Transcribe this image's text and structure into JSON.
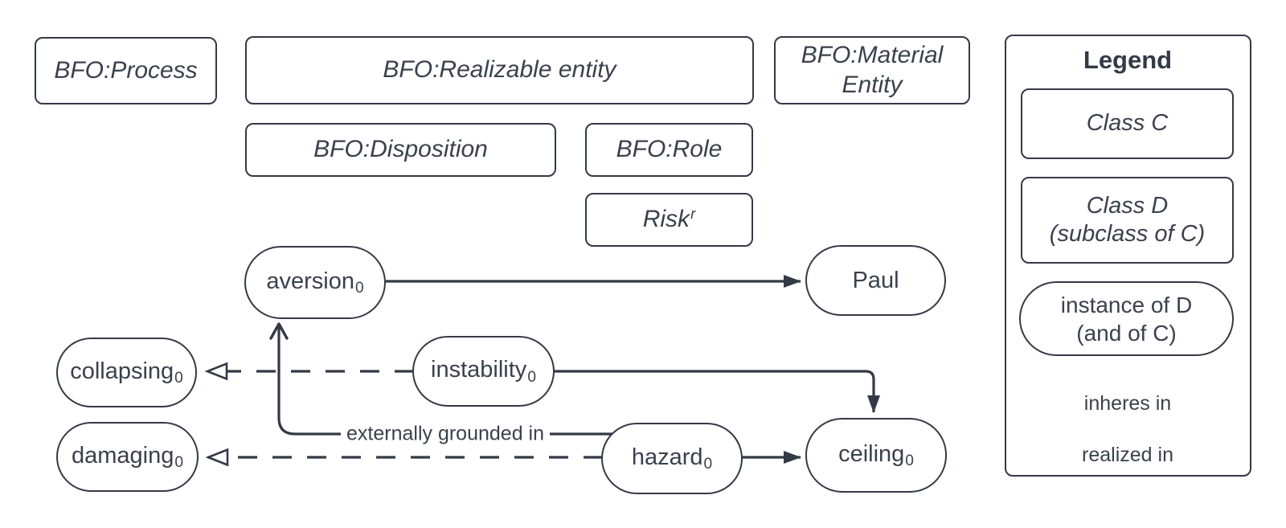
{
  "classes": {
    "process": {
      "label": "BFO:Process"
    },
    "realizable": {
      "label": "BFO:Realizable entity"
    },
    "material": {
      "lines": [
        "BFO:Material",
        "Entity"
      ]
    },
    "disposition": {
      "label": "BFO:Disposition"
    },
    "role": {
      "label": "BFO:Role"
    },
    "risk": {
      "label": "Risk",
      "sup": "r"
    }
  },
  "instances": {
    "aversion": {
      "label": "aversion",
      "sub": "0"
    },
    "paul": {
      "label": "Paul"
    },
    "collapsing": {
      "label": "collapsing",
      "sub": "0"
    },
    "instability": {
      "label": "instability",
      "sub": "0"
    },
    "damaging": {
      "label": "damaging",
      "sub": "0"
    },
    "hazard": {
      "label": "hazard",
      "sub": "0"
    },
    "ceiling": {
      "label": "ceiling",
      "sub": "0"
    }
  },
  "edges": {
    "externally_grounded_label": "externally grounded in",
    "relations": [
      {
        "from": "aversion",
        "to": "paul",
        "type": "inheres in"
      },
      {
        "from": "instability",
        "to": "ceiling",
        "type": "inheres in"
      },
      {
        "from": "hazard",
        "to": "ceiling",
        "type": "inheres in"
      },
      {
        "from": "hazard",
        "to": "aversion",
        "type": "externally grounded in"
      },
      {
        "from": "instability",
        "to": "collapsing",
        "type": "realized in"
      },
      {
        "from": "hazard",
        "to": "damaging",
        "type": "realized in"
      }
    ]
  },
  "legend": {
    "title": "Legend",
    "class_c": "Class C",
    "class_d_lines": [
      "Class D",
      "(subclass of C)"
    ],
    "instance_lines": [
      "instance of D",
      "(and of C)"
    ],
    "inheres_label": "inheres in",
    "realized_label": "realized in"
  },
  "colors": {
    "stroke": "#333a46",
    "text": "#3a414d",
    "background": "#ffffff"
  }
}
